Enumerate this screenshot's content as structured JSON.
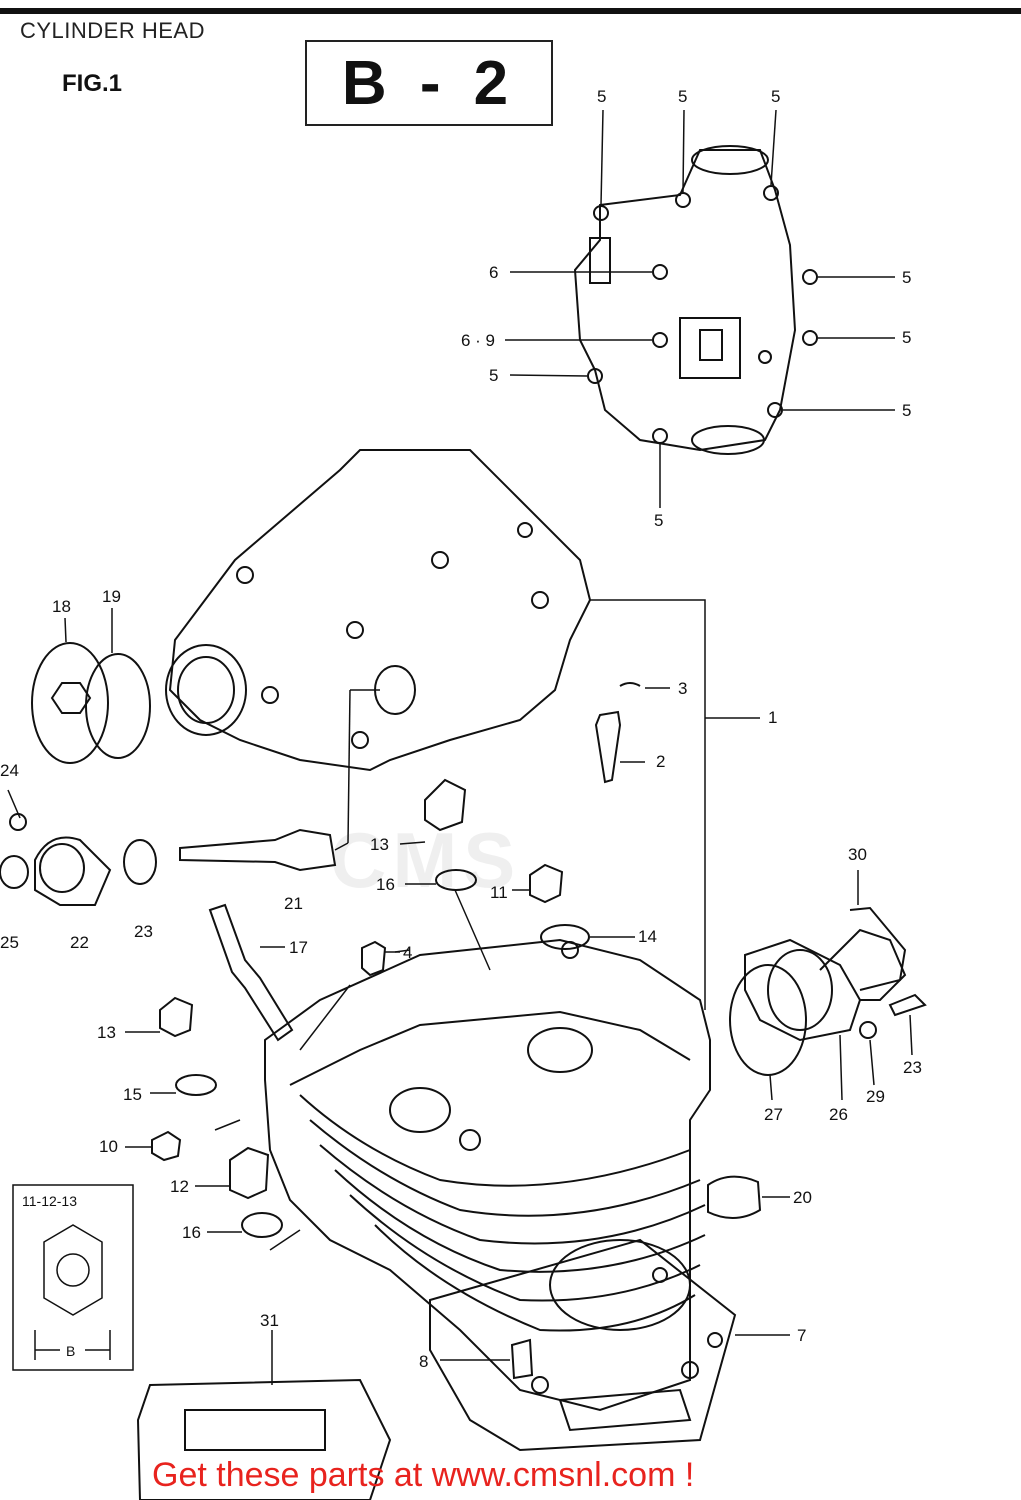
{
  "page": {
    "title": "CYLINDER HEAD",
    "figure_label": "FIG.1",
    "diagram_code": "B - 2",
    "footer_link": "Get these parts at www.cmsnl.com !",
    "watermark": "CMS",
    "inset_label": "11-12-13",
    "inset_dimension": "B",
    "footer_color": "#e8231e"
  },
  "callouts": [
    {
      "id": "c5a",
      "text": "5"
    },
    {
      "id": "c5b",
      "text": "5"
    },
    {
      "id": "c5c",
      "text": "5"
    },
    {
      "id": "c6",
      "text": "6"
    },
    {
      "id": "c5d",
      "text": "5"
    },
    {
      "id": "c69",
      "text": "6 · 9"
    },
    {
      "id": "c5e",
      "text": "5"
    },
    {
      "id": "c5f",
      "text": "5"
    },
    {
      "id": "c5g",
      "text": "5"
    },
    {
      "id": "c5h",
      "text": "5"
    },
    {
      "id": "c18",
      "text": "18"
    },
    {
      "id": "c19",
      "text": "19"
    },
    {
      "id": "c3",
      "text": "3"
    },
    {
      "id": "c1",
      "text": "1"
    },
    {
      "id": "c2",
      "text": "2"
    },
    {
      "id": "c24",
      "text": "24"
    },
    {
      "id": "c13a",
      "text": "13"
    },
    {
      "id": "c16a",
      "text": "16"
    },
    {
      "id": "c11",
      "text": "11"
    },
    {
      "id": "c30",
      "text": "30"
    },
    {
      "id": "c25",
      "text": "25"
    },
    {
      "id": "c22",
      "text": "22"
    },
    {
      "id": "c23a",
      "text": "23"
    },
    {
      "id": "c21",
      "text": "21"
    },
    {
      "id": "c14",
      "text": "14"
    },
    {
      "id": "c17",
      "text": "17"
    },
    {
      "id": "c4",
      "text": "4"
    },
    {
      "id": "c13b",
      "text": "13"
    },
    {
      "id": "c23b",
      "text": "23"
    },
    {
      "id": "c15",
      "text": "15"
    },
    {
      "id": "c27",
      "text": "27"
    },
    {
      "id": "c26",
      "text": "26"
    },
    {
      "id": "c29",
      "text": "29"
    },
    {
      "id": "c10",
      "text": "10"
    },
    {
      "id": "c12",
      "text": "12"
    },
    {
      "id": "c20",
      "text": "20"
    },
    {
      "id": "c16b",
      "text": "16"
    },
    {
      "id": "c31",
      "text": "31"
    },
    {
      "id": "c7",
      "text": "7"
    },
    {
      "id": "c8",
      "text": "8"
    }
  ]
}
